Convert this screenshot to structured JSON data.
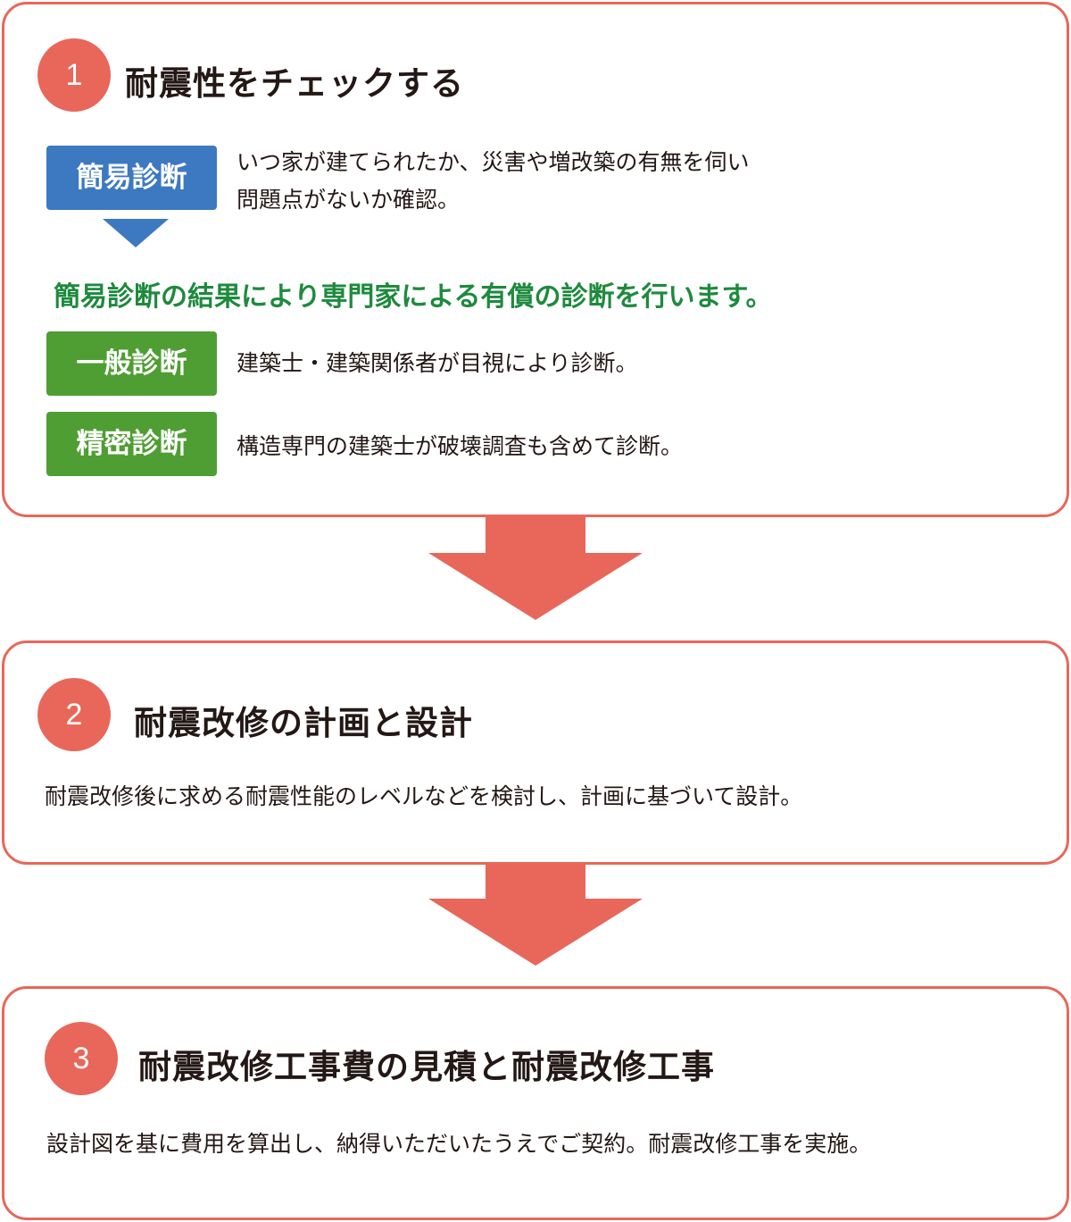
{
  "steps": [
    {
      "number": "1",
      "title": "耐震性をチェックする",
      "simple": {
        "tag": "簡易診断",
        "desc_line1": "いつ家が建てられたか、災害や増改築の有無を伺い",
        "desc_line2": "問題点がないか確認。"
      },
      "highlight": "簡易診断の結果により専門家による有償の診断を行います。",
      "general": {
        "tag": "一般診断",
        "desc": "建築士・建築関係者が目視により診断。"
      },
      "detailed": {
        "tag": "精密診断",
        "desc": "構造専門の建築士が破壊調査も含めて診断。"
      }
    },
    {
      "number": "2",
      "title": "耐震改修の計画と設計",
      "desc": "耐震改修後に求める耐震性能のレベルなどを検討し、計画に基づいて設計。"
    },
    {
      "number": "3",
      "title": "耐震改修工事費の見積と耐震改修工事",
      "desc": "設計図を基に費用を算出し、納得いただいたうえでご契約。耐震改修工事を実施。"
    }
  ],
  "colors": {
    "accent": "#e8675a",
    "blue_tag": "#3d79c1",
    "green_tag": "#4f9e33",
    "highlight_text": "#1e8a3e",
    "text": "#231815"
  },
  "icons": {
    "flow_arrow": "down-arrow-icon",
    "pointer": "triangle-down-icon"
  }
}
